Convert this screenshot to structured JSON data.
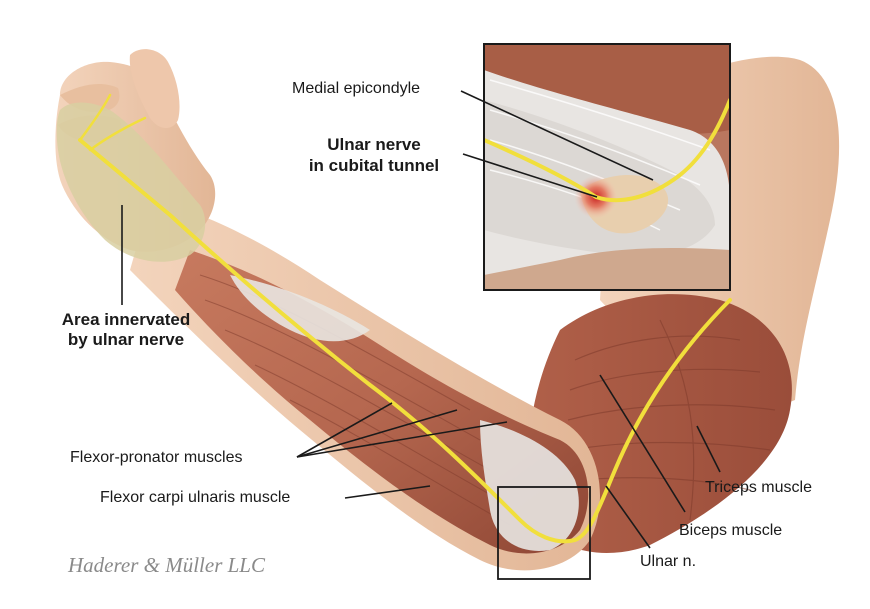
{
  "labels": {
    "medial_epicondyle": "Medial epicondyle",
    "ulnar_nerve_line1": "Ulnar nerve",
    "ulnar_nerve_line2": "in cubital tunnel",
    "area_line1": "Area innervated",
    "area_line2": "by ulnar nerve",
    "flexor_pronator": "Flexor-pronator muscles",
    "flexor_carpi": "Flexor carpi ulnaris muscle",
    "triceps": "Triceps muscle",
    "biceps": "Biceps muscle",
    "ulnar_n": "Ulnar n."
  },
  "credit": "Haderer & Müller LLC",
  "colors": {
    "skin": "#ecc9ae",
    "skin_shadow": "#d9a98a",
    "muscle": "#b5674f",
    "muscle_dark": "#8e4634",
    "tendon": "#e6e3e0",
    "nerve": "#f1df3c",
    "innervated_area": "#d8cfa1",
    "inflammation": "#d63a32"
  }
}
